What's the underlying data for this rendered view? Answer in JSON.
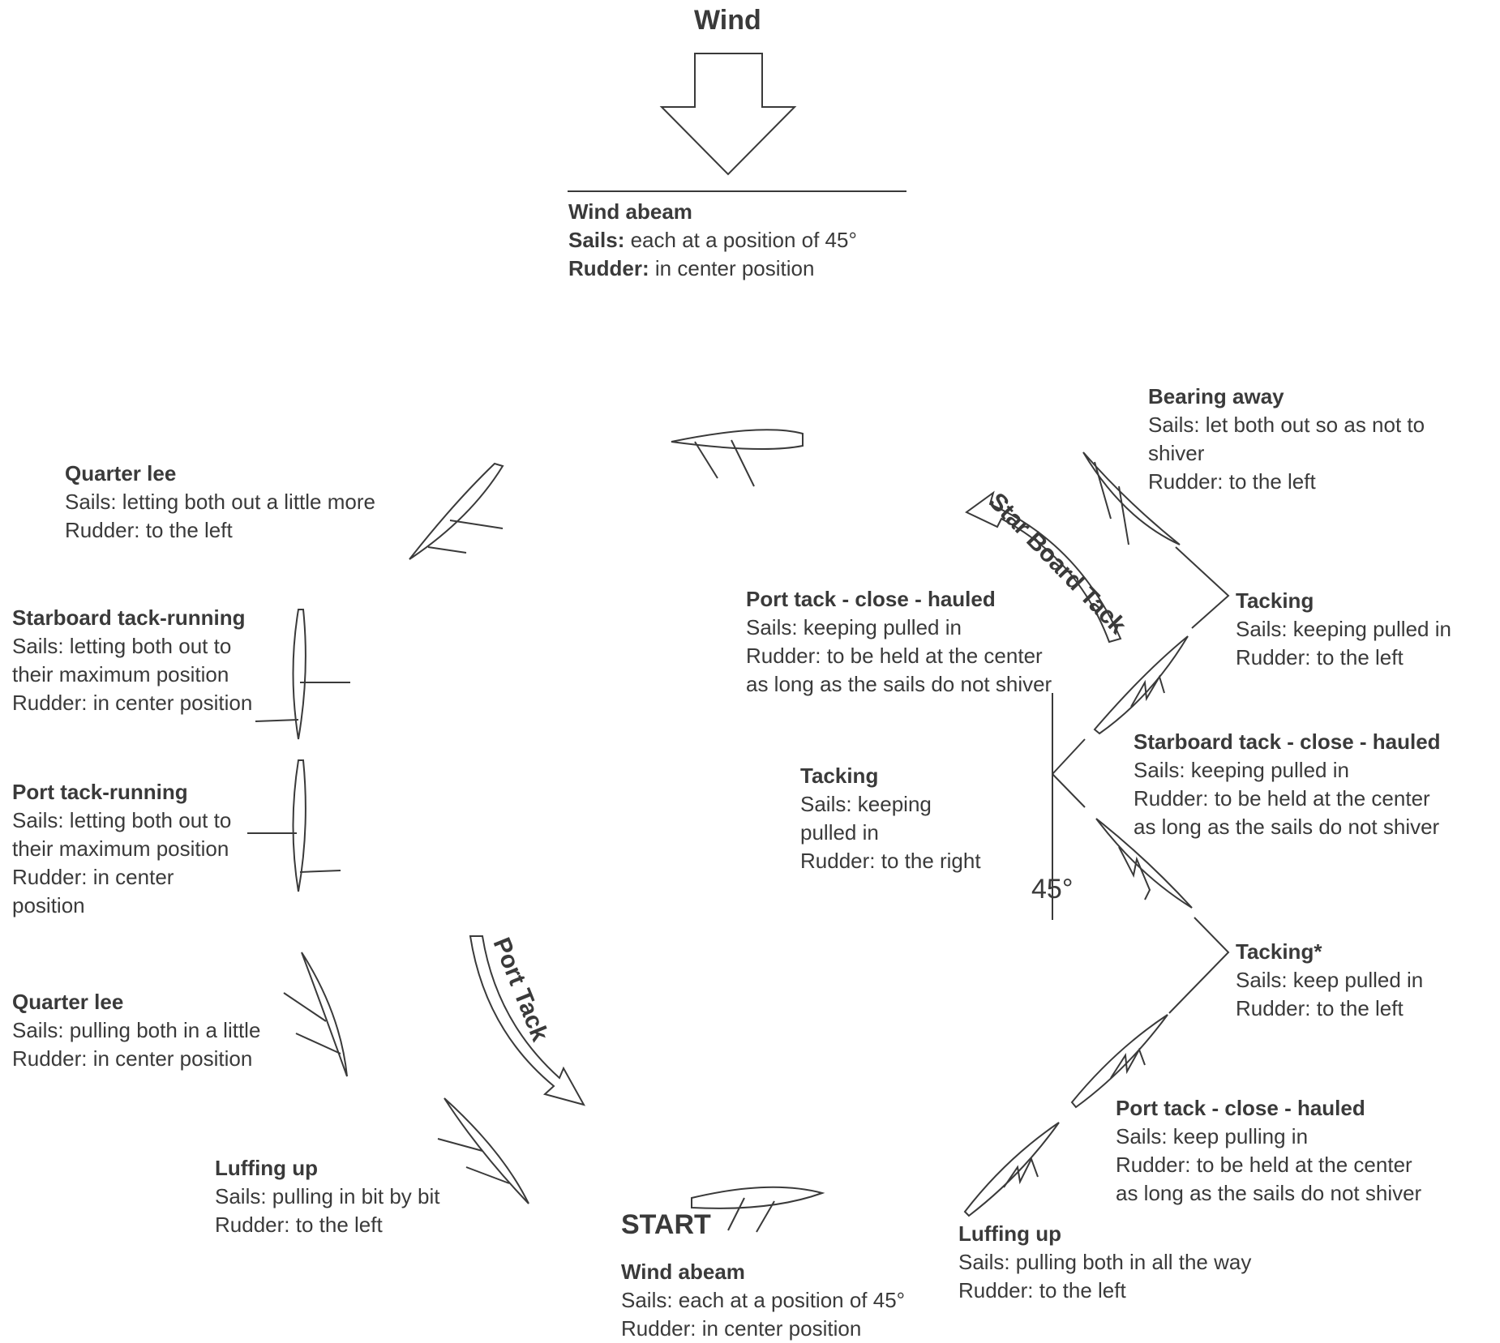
{
  "wind_title": "Wind",
  "top": {
    "title": "Wind abeam",
    "sails_key": "Sails:",
    "sails_val": " each at a position of 45°",
    "rudder_key": "Rudder:",
    "rudder_val": " in center position"
  },
  "labels": {
    "bearing_away": {
      "title": "Bearing away",
      "l1": "Sails: let both out so as not to",
      "l2": "shiver",
      "l3": "Rudder: to the left"
    },
    "quarter_lee_top": {
      "title": "Quarter lee",
      "l1": "Sails: letting both out a little more",
      "l2": "Rudder: to the left"
    },
    "port_close_top": {
      "title": "Port tack - close - hauled",
      "l1": "Sails: keeping pulled in",
      "l2": "Rudder: to be held at the center",
      "l3": "as long as the sails do not shiver"
    },
    "tacking_right_top": {
      "title": "Tacking",
      "l1": "Sails: keeping pulled in",
      "l2": "Rudder: to the left"
    },
    "starboard_running": {
      "title": "Starboard tack-running",
      "l1": "Sails: letting both out to",
      "l2": "their maximum position",
      "l3": "Rudder: in center position"
    },
    "starboard_close": {
      "title": "Starboard tack - close - hauled",
      "l1": "Sails: keeping pulled in",
      "l2": "Rudder: to be held at the center",
      "l3": "as long as the sails do not shiver"
    },
    "tacking_mid": {
      "title": "Tacking",
      "l1": "Sails: keeping",
      "l2": "pulled in",
      "l3": "Rudder: to the right"
    },
    "port_running": {
      "title": "Port tack-running",
      "l1": "Sails: letting both out to",
      "l2": "their maximum position",
      "l3": "Rudder: in center",
      "l4": "position"
    },
    "tacking_star": {
      "title": "Tacking*",
      "l1": "Sails: keep pulled in",
      "l2": "Rudder: to the left"
    },
    "quarter_lee_bottom": {
      "title": "Quarter lee",
      "l1": "Sails: pulling both in a little",
      "l2": "Rudder: in center position"
    },
    "port_close_bottom": {
      "title": "Port tack - close - hauled",
      "l1": "Sails: keep pulling in",
      "l2": "Rudder: to be held at the center",
      "l3": "as long as the sails do not shiver"
    },
    "luffing_left": {
      "title": "Luffing up",
      "l1": "Sails: pulling in bit by bit",
      "l2": "Rudder: to the left"
    },
    "luffing_right": {
      "title": "Luffing up",
      "l1": "Sails: pulling both in all the way",
      "l2": "Rudder: to the left"
    }
  },
  "angle_label": "45°",
  "start_label": "START",
  "bottom": {
    "title": "Wind abeam",
    "l1": "Sails: each at a position of 45°",
    "l2": "Rudder: in center position"
  },
  "arrow_labels": {
    "starboard": "Star Board Tack",
    "port": "Port Tack"
  }
}
